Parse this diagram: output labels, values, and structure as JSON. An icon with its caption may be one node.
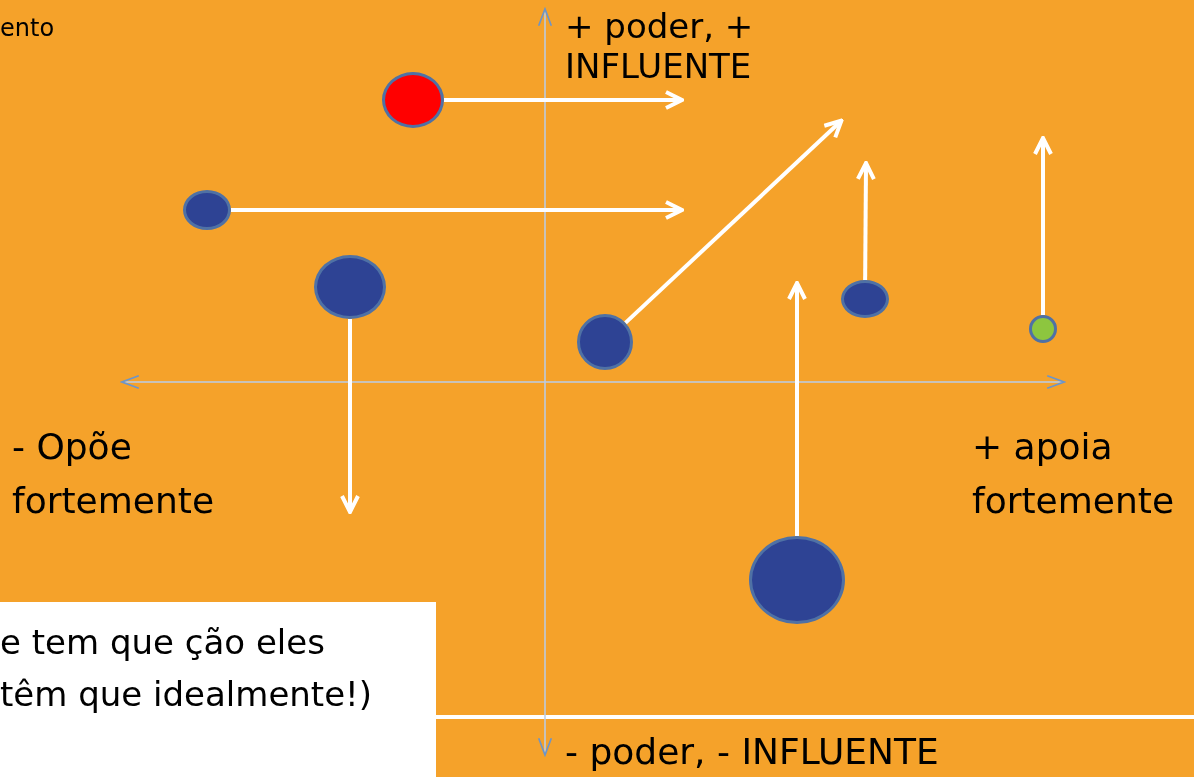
{
  "diagram": {
    "nodes": [
      {
        "text": [],
        "shape": "circle"
      },
      {
        "text": [],
        "shape": "circle"
      },
      {
        "text": [],
        "shape": "circle"
      },
      {
        "text": [],
        "shape": "circle"
      },
      {
        "text": [],
        "shape": "circle"
      },
      {
        "text": [],
        "shape": "circle"
      },
      {
        "text": [],
        "shape": "circle"
      },
      {
        "text": [
          "e tem que ção eles têm que idealmente!)"
        ]
      }
    ],
    "edges": [
      {
        "from": 0,
        "to": null,
        "arrow": "to"
      },
      {
        "from": 1,
        "to": null,
        "arrow": "to"
      },
      {
        "from": 2,
        "to": null,
        "arrow": "to"
      },
      {
        "from": 5,
        "to": null,
        "arrow": "to"
      },
      {
        "from": 3,
        "to": null,
        "arrow": "to"
      },
      {
        "from": 4,
        "to": null,
        "arrow": "to"
      },
      {
        "from": 6,
        "to": null,
        "arrow": "to"
      }
    ],
    "labels": [
      "ento",
      "+ poder, + INFLUENTE",
      "- Opõe fortemente",
      "+ apoia fortemente",
      "- poder, - INFLUENTE"
    ]
  }
}
